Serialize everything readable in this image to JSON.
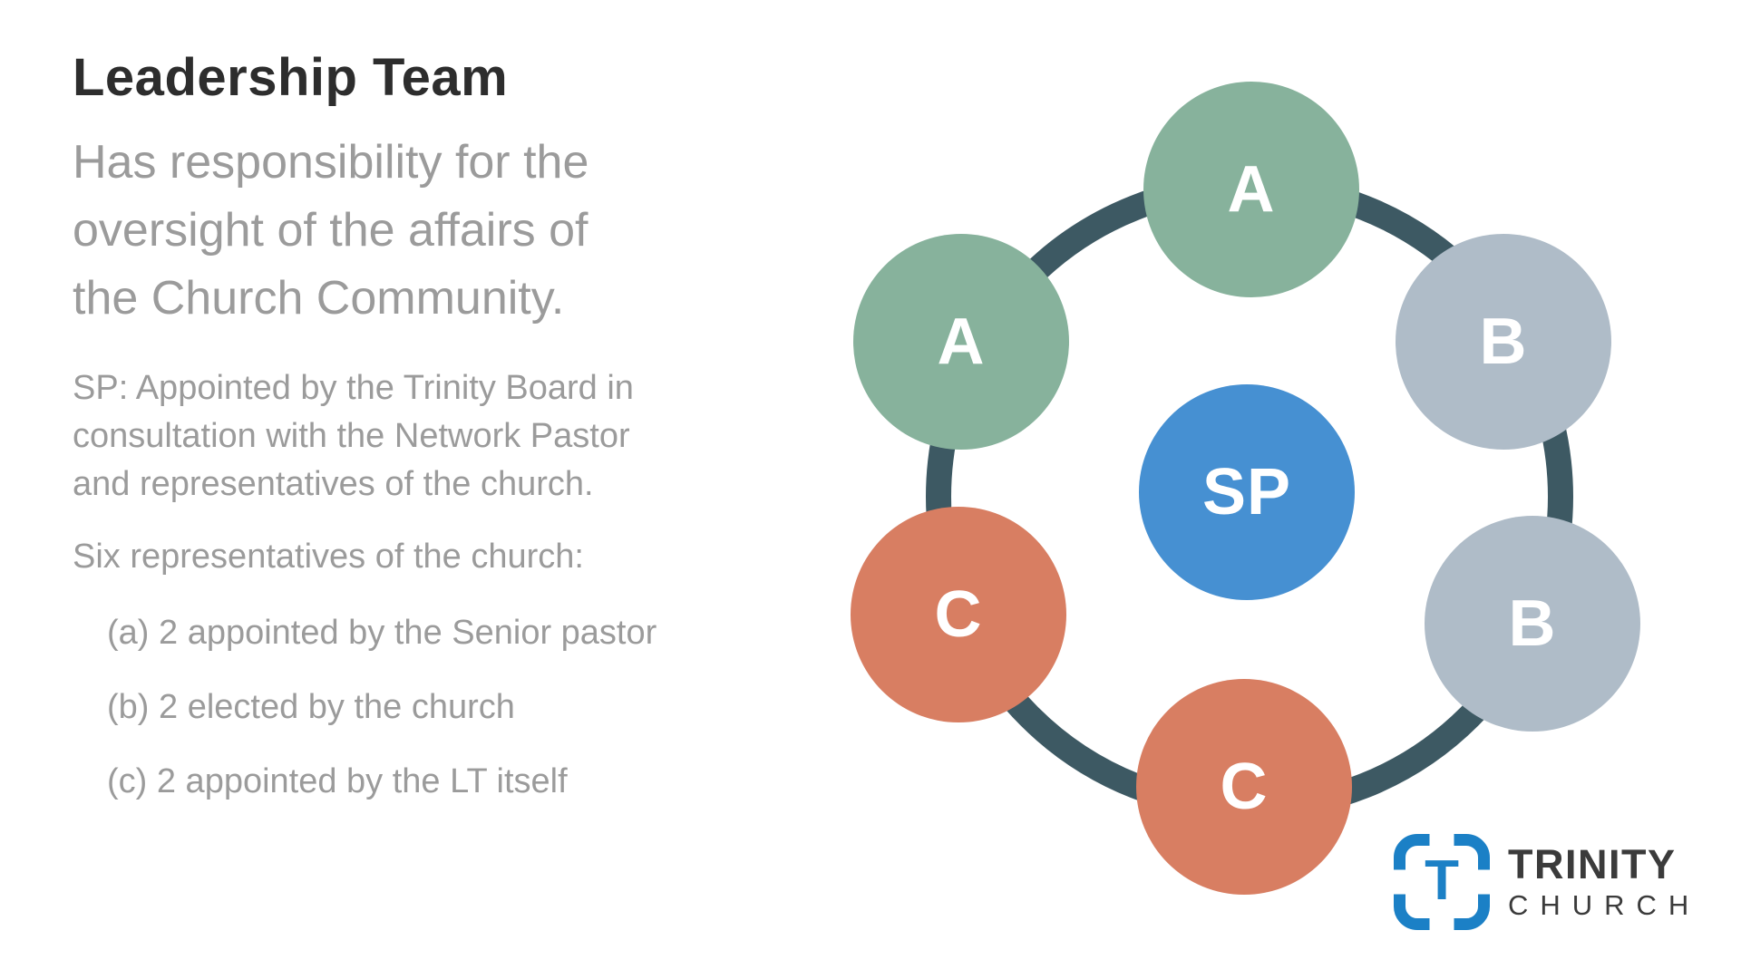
{
  "slide": {
    "background": "#ffffff"
  },
  "left_panel": {
    "title": "Leadership Team",
    "title_color": "#2d2d2d",
    "text_color": "#9b9b9b",
    "subtitle_lines": [
      "Has responsibility for the",
      "oversight of the affairs of",
      "the Church Community."
    ],
    "sp_note_lines": [
      "SP: Appointed by the Trinity Board in",
      "consultation with the Network Pastor",
      "and representatives of the church."
    ],
    "six_reps_line": "Six representatives of the church:",
    "list_items": [
      "(a) 2 appointed by the Senior pastor",
      "(b) 2 elected by the church",
      "(c) 2 appointed by the LT itself"
    ]
  },
  "diagram": {
    "ring_color": "#3d5963",
    "node_text_color": "#ffffff",
    "center_node": {
      "label": "SP",
      "color": "#4690d2"
    },
    "outer_nodes": [
      {
        "label": "A",
        "position": "top",
        "color": "#87b29c"
      },
      {
        "label": "B",
        "position": "upper-right",
        "color": "#afbcc8"
      },
      {
        "label": "B",
        "position": "lower-right",
        "color": "#afbcc8"
      },
      {
        "label": "C",
        "position": "bottom",
        "color": "#d87e62"
      },
      {
        "label": "C",
        "position": "lower-left",
        "color": "#d87e62"
      },
      {
        "label": "A",
        "position": "upper-left",
        "color": "#87b29c"
      }
    ]
  },
  "logo": {
    "mark_letter": "T",
    "mark_color": "#1b80c6",
    "brand_line1": "TRINITY",
    "brand_line2": "CHURCH",
    "brand_color": "#3b3b3b"
  }
}
